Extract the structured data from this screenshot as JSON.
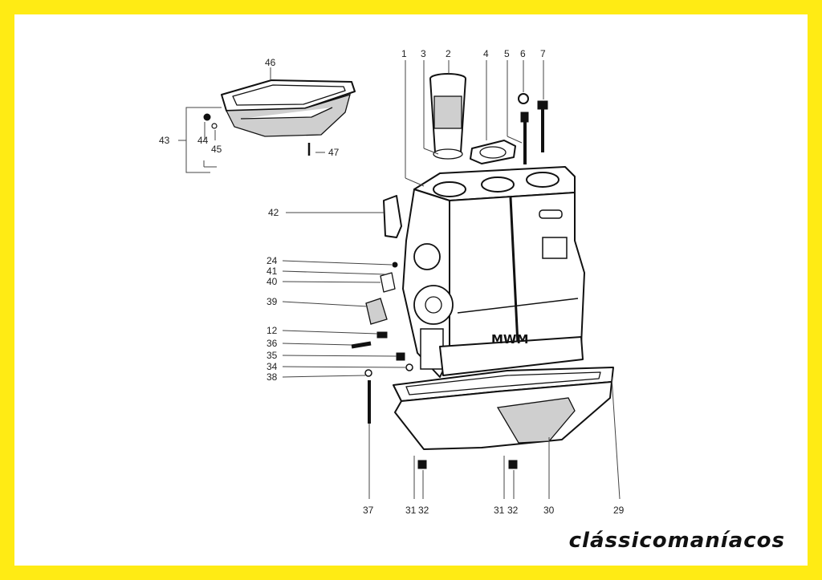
{
  "brand": "clássicomaníacos",
  "engine_label": "MWM",
  "colors": {
    "frame": "#ffeb14",
    "ink": "#111111"
  },
  "callouts": [
    "1",
    "2",
    "3",
    "4",
    "5",
    "6",
    "7",
    "24",
    "41",
    "40",
    "39",
    "12",
    "36",
    "35",
    "34",
    "38",
    "42",
    "43",
    "44",
    "45",
    "46",
    "47",
    "37",
    "31",
    "32",
    "31",
    "32",
    "30",
    "29"
  ]
}
